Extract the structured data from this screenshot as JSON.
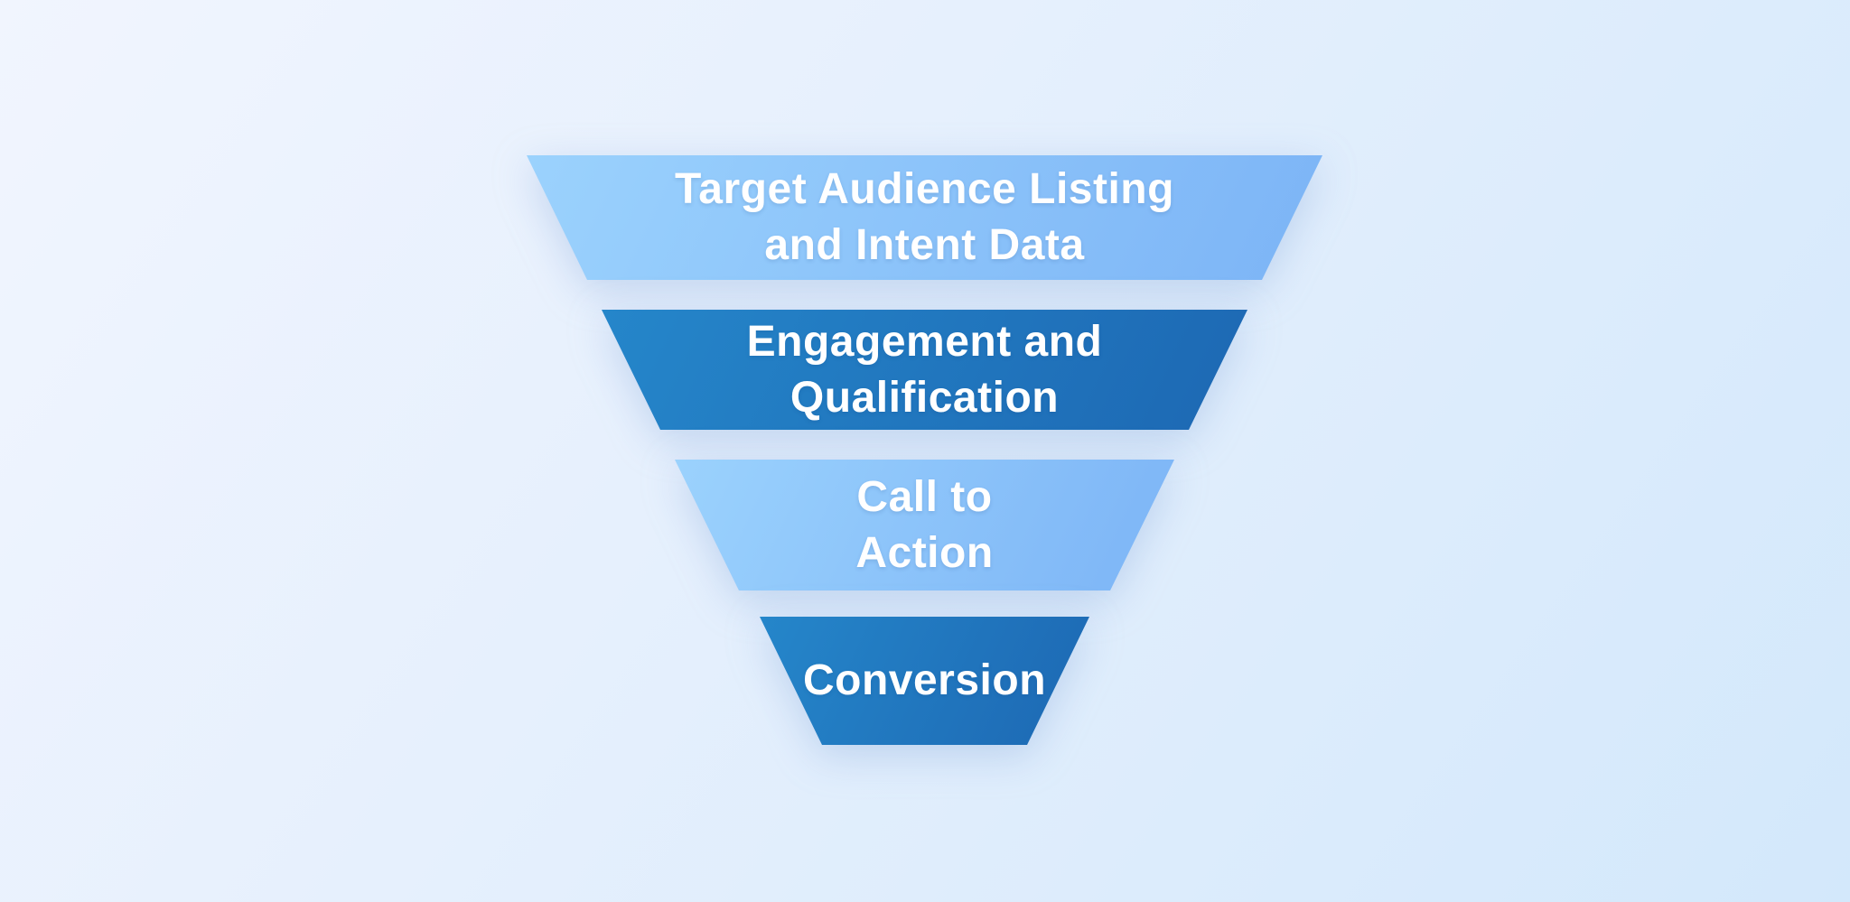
{
  "page": {
    "background_from": "#F1F5FE",
    "background_to": "#D3E8FB",
    "text_color": "#FFFFFF"
  },
  "funnel": {
    "type": "inverted-funnel-diagram",
    "stages": [
      {
        "id": "target-audience-listing-and-intent-data",
        "line1": "Target Audience Listing",
        "line2": "and Intent Data",
        "label": "Target Audience Listing and Intent Data",
        "color_from": "#9BD2FD",
        "color_to": "#7CB4F6",
        "text_color": "#FFFFFF"
      },
      {
        "id": "engagement-and-qualification",
        "line1": "Engagement and",
        "line2": "Qualification",
        "label": "Engagement and Qualification",
        "color_from": "#2586CA",
        "color_to": "#1D68B3",
        "text_color": "#FFFFFF"
      },
      {
        "id": "call-to-action",
        "line1": "Call to",
        "line2": "Action",
        "label": "Call to Action",
        "color_from": "#9BD2FD",
        "color_to": "#7CB4F6",
        "text_color": "#FFFFFF"
      },
      {
        "id": "conversion",
        "line1": "Conversion",
        "line2": "",
        "label": "Conversion",
        "color_from": "#2586CA",
        "color_to": "#1D68B3",
        "text_color": "#FFFFFF"
      }
    ]
  }
}
